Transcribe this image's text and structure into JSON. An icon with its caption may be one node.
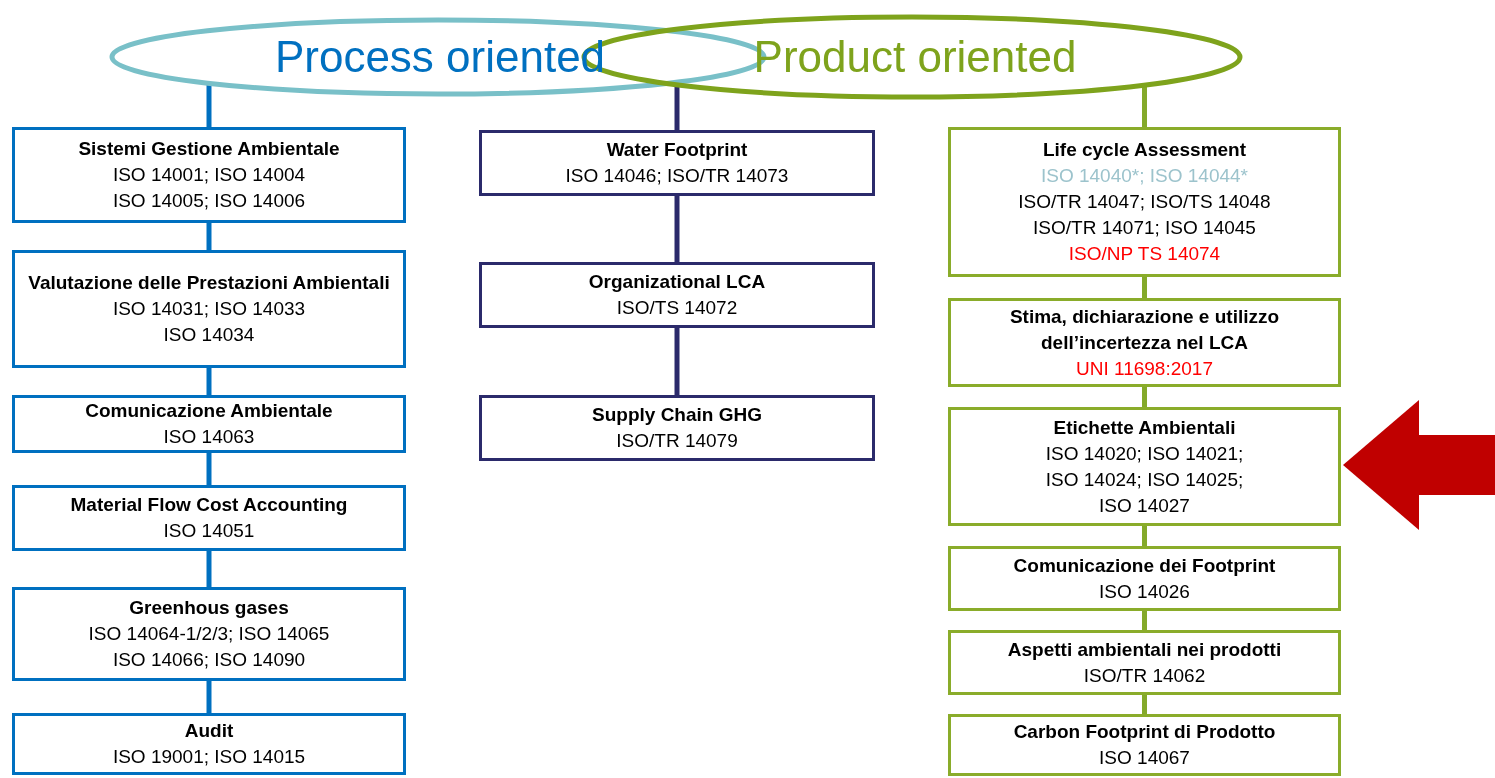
{
  "diagram": {
    "nodes": [
      {
        "text": [
          "Process oriented"
        ]
      },
      {
        "text": [
          "Product oriented"
        ]
      },
      {
        "text": [
          "Sistemi Gestione Ambientale",
          "ISO 14001; ISO 14004 ISO 14005; ISO 14006"
        ]
      },
      {
        "text": [
          "Valutazione delle Prestazioni Ambientali",
          "ISO 14031; ISO 14033 ISO 14034"
        ]
      },
      {
        "text": [
          "Comunicazione Ambientale",
          "ISO 14063"
        ]
      },
      {
        "text": [
          "Material Flow Cost Accounting",
          "ISO 14051"
        ]
      },
      {
        "text": [
          "Greenhous gases",
          "ISO 14064-1/2/3; ISO 14065 ISO 14066; ISO 14090"
        ]
      },
      {
        "text": [
          "Audit",
          "ISO 19001; ISO 14015"
        ]
      },
      {
        "text": [
          "Water Footprint",
          "ISO 14046; ISO/TR 14073"
        ]
      },
      {
        "text": [
          "Organizational LCA",
          "ISO/TS 14072"
        ]
      },
      {
        "text": [
          "Supply Chain GHG",
          "ISO/TR 14079"
        ]
      },
      {
        "text": [
          "Life cycle Assessment",
          "ISO 14040*; ISO 14044*",
          "ISO/TR 14047; ISO/TS 14048 ISO/TR 14071; ISO 14045",
          "ISO/NP TS 14074"
        ]
      },
      {
        "text": [
          "Stima, dichiarazione e utilizzo dell’incertezza nel LCA",
          "UNI 11698:2017"
        ]
      },
      {
        "text": [
          "Etichette Ambientali",
          "ISO 14020; ISO 14021; ISO 14024; ISO 14025; ISO 14027"
        ]
      },
      {
        "text": [
          "Comunicazione dei Footprint",
          "ISO 14026"
        ]
      },
      {
        "text": [
          "Aspetti ambientali nei prodotti",
          "ISO/TR 14062"
        ]
      },
      {
        "text": [
          "Carbon Footprint di Prodotto",
          "ISO 14067"
        ]
      }
    ],
    "edges": [
      {
        "from": 0,
        "to": 2,
        "arrow": "none",
        "color": "#0070c0"
      },
      {
        "from": 2,
        "to": 3,
        "arrow": "none",
        "color": "#0070c0"
      },
      {
        "from": 3,
        "to": 4,
        "arrow": "none",
        "color": "#0070c0"
      },
      {
        "from": 4,
        "to": 5,
        "arrow": "none",
        "color": "#0070c0"
      },
      {
        "from": 5,
        "to": 6,
        "arrow": "none",
        "color": "#0070c0"
      },
      {
        "from": 6,
        "to": 7,
        "arrow": "none",
        "color": "#0070c0"
      },
      {
        "from": 1,
        "to": 8,
        "arrow": "none",
        "color": "#2b2a6b"
      },
      {
        "from": 8,
        "to": 9,
        "arrow": "none",
        "color": "#2b2a6b"
      },
      {
        "from": 9,
        "to": 10,
        "arrow": "none",
        "color": "#2b2a6b"
      },
      {
        "from": 1,
        "to": 11,
        "arrow": "none",
        "color": "#84a92a"
      },
      {
        "from": 11,
        "to": 12,
        "arrow": "none",
        "color": "#84a92a"
      },
      {
        "from": 12,
        "to": 13,
        "arrow": "none",
        "color": "#84a92a"
      },
      {
        "from": 13,
        "to": 14,
        "arrow": "none",
        "color": "#84a92a"
      },
      {
        "from": 14,
        "to": 15,
        "arrow": "none",
        "color": "#84a92a"
      },
      {
        "from": 15,
        "to": 16,
        "arrow": "none",
        "color": "#84a92a"
      },
      {
        "from": null,
        "to": 13,
        "arrow": "to",
        "style": "thick",
        "color": "#c00000"
      }
    ]
  }
}
